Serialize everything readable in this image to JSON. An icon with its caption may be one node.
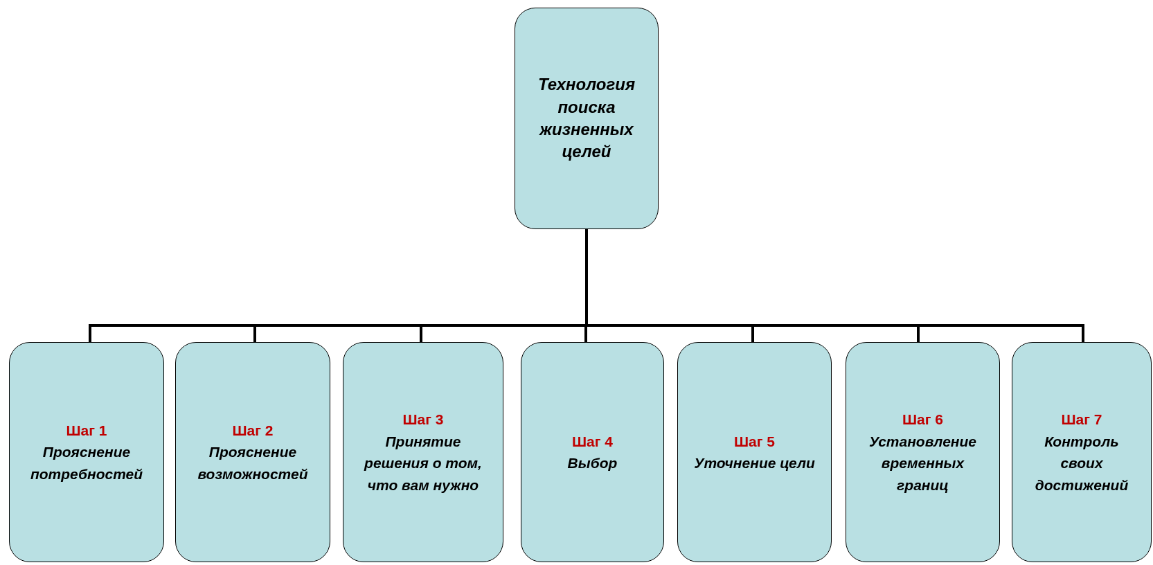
{
  "diagram": {
    "nodes": [
      {
        "text": [
          "Технология поиска жизненных целей"
        ]
      },
      {
        "text": [
          "Шаг 1",
          "Прояснение потребностей"
        ]
      },
      {
        "text": [
          "Шаг 2",
          "Прояснение возможностей"
        ]
      },
      {
        "text": [
          "Шаг 3",
          "Принятие решения о том, что вам нужно"
        ]
      },
      {
        "text": [
          "Шаг 4",
          "Выбор"
        ]
      },
      {
        "text": [
          "Шаг 5",
          "Уточнение цели"
        ]
      },
      {
        "text": [
          "Шаг 6",
          "Установление временных границ"
        ]
      },
      {
        "text": [
          "Шаг 7",
          "Контроль своих достижений"
        ]
      }
    ],
    "edges": [
      {
        "from": 0,
        "to": 1,
        "arrow": "none"
      },
      {
        "from": 0,
        "to": 2,
        "arrow": "none"
      },
      {
        "from": 0,
        "to": 3,
        "arrow": "none"
      },
      {
        "from": 0,
        "to": 4,
        "arrow": "none"
      },
      {
        "from": 0,
        "to": 5,
        "arrow": "none"
      },
      {
        "from": 0,
        "to": 6,
        "arrow": "none"
      },
      {
        "from": 0,
        "to": 7,
        "arrow": "none"
      }
    ]
  }
}
